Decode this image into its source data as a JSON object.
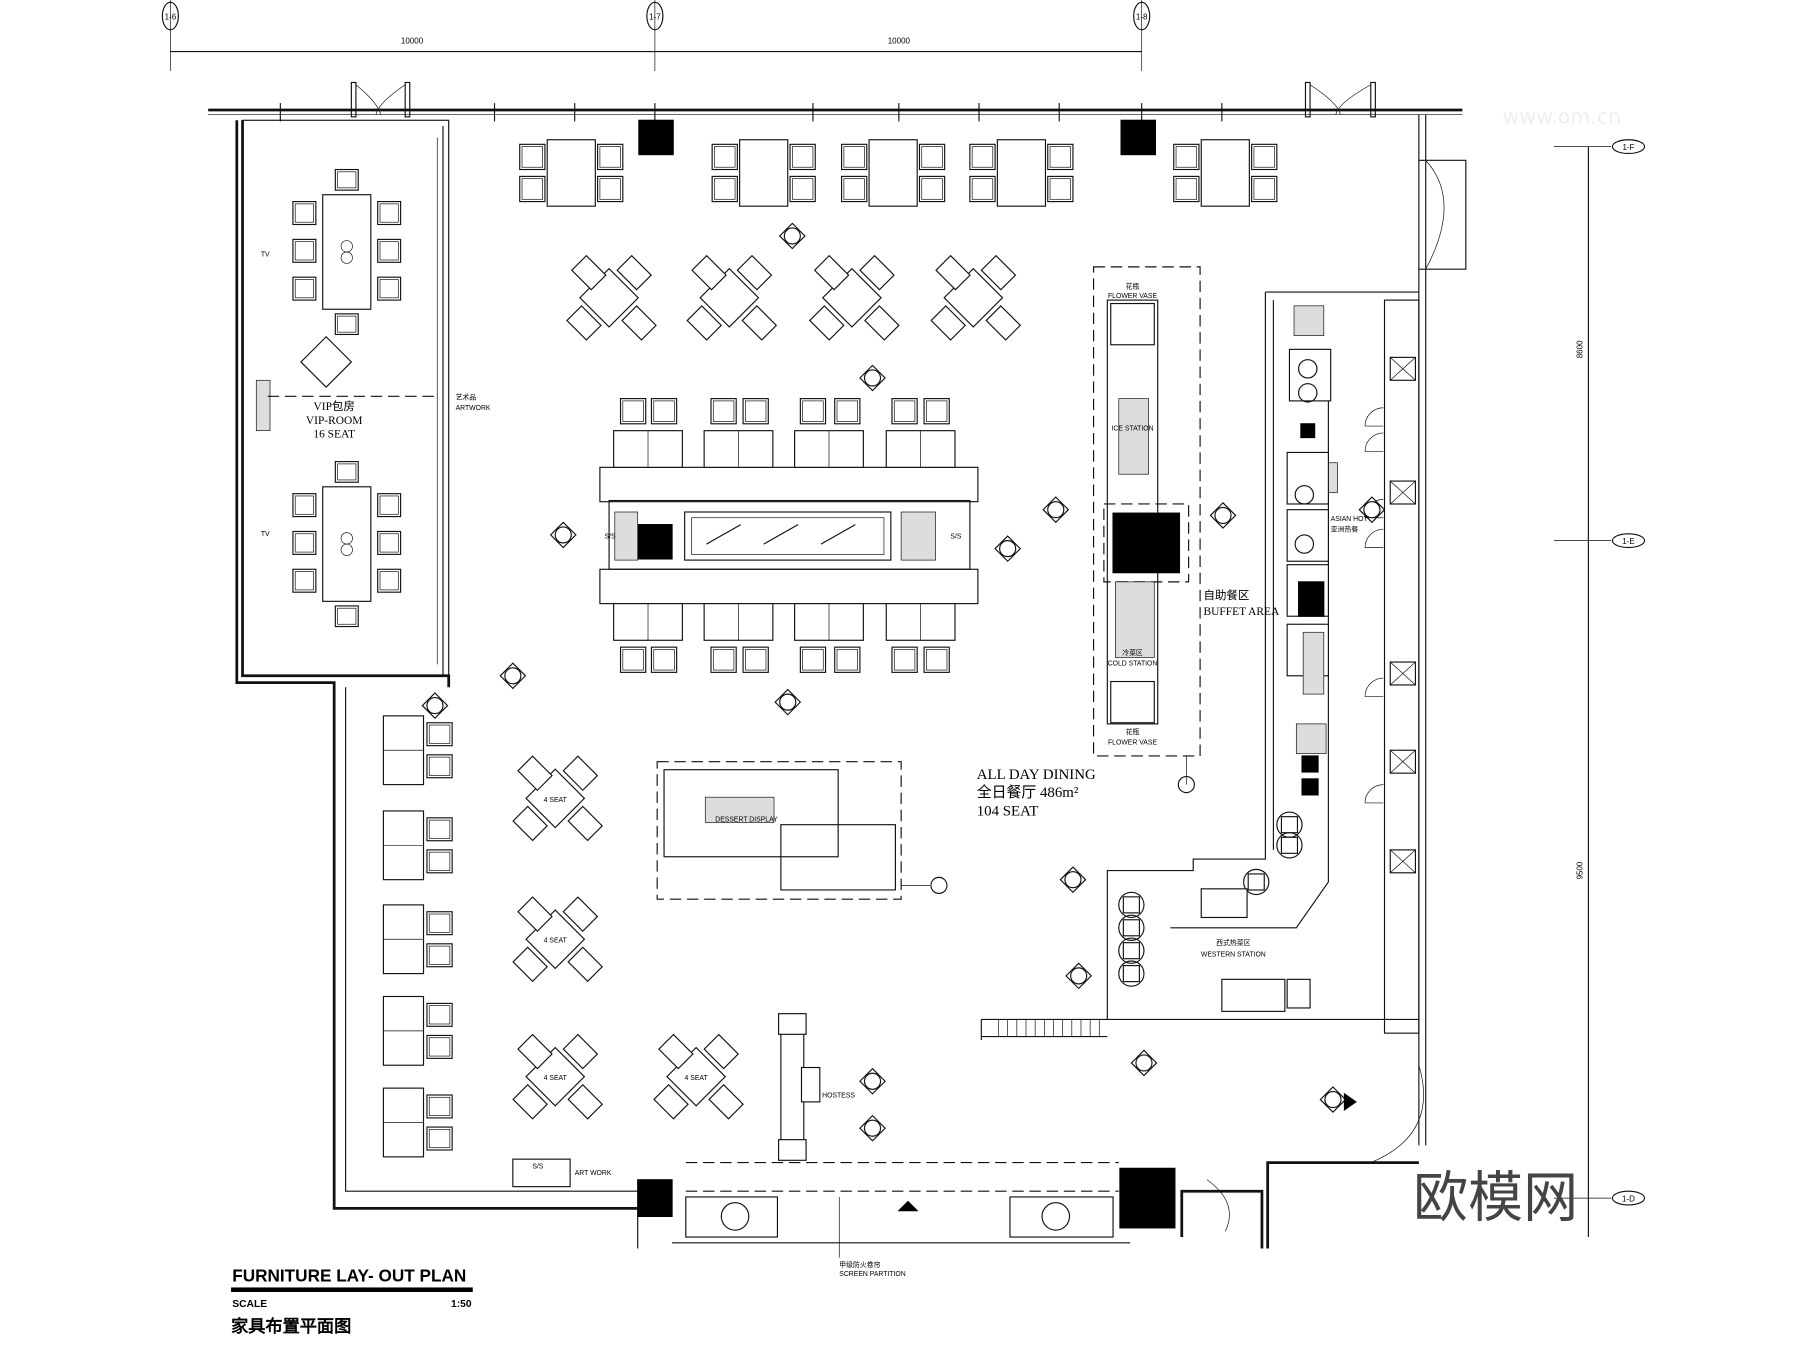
{
  "drawing": {
    "title": "FURNITURE LAY- OUT  PLAN",
    "scale_label": "SCALE",
    "scale_value": "1:50",
    "title_cn": "家具布置平面图"
  },
  "grid": {
    "columns": [
      "1-6",
      "1-7",
      "1-8"
    ],
    "column_dims": [
      "10000",
      "10000"
    ],
    "rows": [
      "1-F",
      "1-E",
      "1-D"
    ],
    "row_dims": [
      "8600",
      "9500"
    ]
  },
  "rooms": {
    "vip_cn": "VIP包房",
    "vip_en": "VIP-ROOM",
    "vip_seats": "16 SEAT",
    "artwork_cn": "艺术品",
    "artwork_en": "ARTWORK",
    "tv": "TV",
    "dining_en": "ALL DAY DINING",
    "dining_cn": "全日餐厅 486m²",
    "dining_seats": "104 SEAT",
    "buffet_cn": "自助餐区",
    "buffet_en": "BUFFET AREA",
    "flower_cn": "花瓶",
    "flower_en": "FLOWER VASE",
    "ice_station": "ICE STATION",
    "cold_cn": "冷菜区",
    "cold_en": "COLD STATION",
    "asian_en": "ASIAN HOT",
    "asian_cn": "亚洲热餐",
    "western_cn": "西式热菜区",
    "western_en": "WESTERN STATION",
    "dessert": "DESSERT DISPLAY",
    "four_seat": "4 SEAT",
    "ss": "S/S",
    "art_work": "ART WORK",
    "hostess": "HOSTESS",
    "screen_cn": "甲级防火卷帘",
    "screen_en": "SCREEN PARTITION"
  },
  "watermark": {
    "logo": "欧模网",
    "url": "www.om.cn"
  }
}
